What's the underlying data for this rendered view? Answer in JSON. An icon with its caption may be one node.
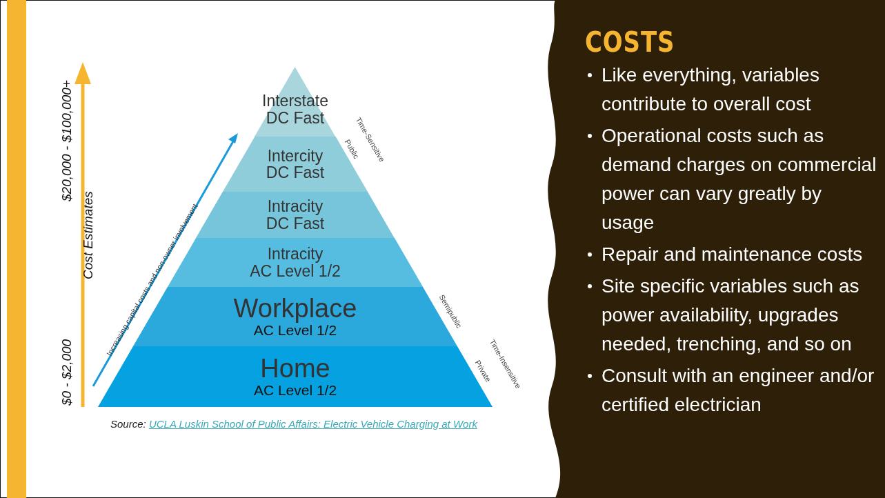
{
  "diagram": {
    "title": "COSTS",
    "nodes": [
      {
        "text": [
          "Interstate DC Fast"
        ]
      },
      {
        "text": [
          "Intercity DC Fast"
        ]
      },
      {
        "text": [
          "Intracity DC Fast"
        ]
      },
      {
        "text": [
          "Intracity AC Level 1/2"
        ]
      },
      {
        "text": [
          "Workplace",
          "AC Level 1/2"
        ]
      },
      {
        "text": [
          "Home",
          "AC Level 1/2"
        ]
      }
    ],
    "edges": [],
    "labels": [
      "$20,000 - $100,000+",
      "Cost Estimates",
      "$0 - $2,000",
      "Increasing capital costs and non-owner involvement",
      "Time-Sensitive",
      "Public",
      "Semipublic",
      "Time-Insensitive",
      "Private",
      "Source:",
      "UCLA Luskin School of Public Affairs: Electric Vehicle Charging at Work",
      "Like everything, variables contribute to overall cost",
      "Operational costs such as demand charges on commercial power can vary greatly by usage",
      "Repair and maintenance costs",
      "Site specific variables such as power availability, upgrades needed, trenching, and so on",
      "Consult with an engineer and/or certified electrician"
    ]
  }
}
